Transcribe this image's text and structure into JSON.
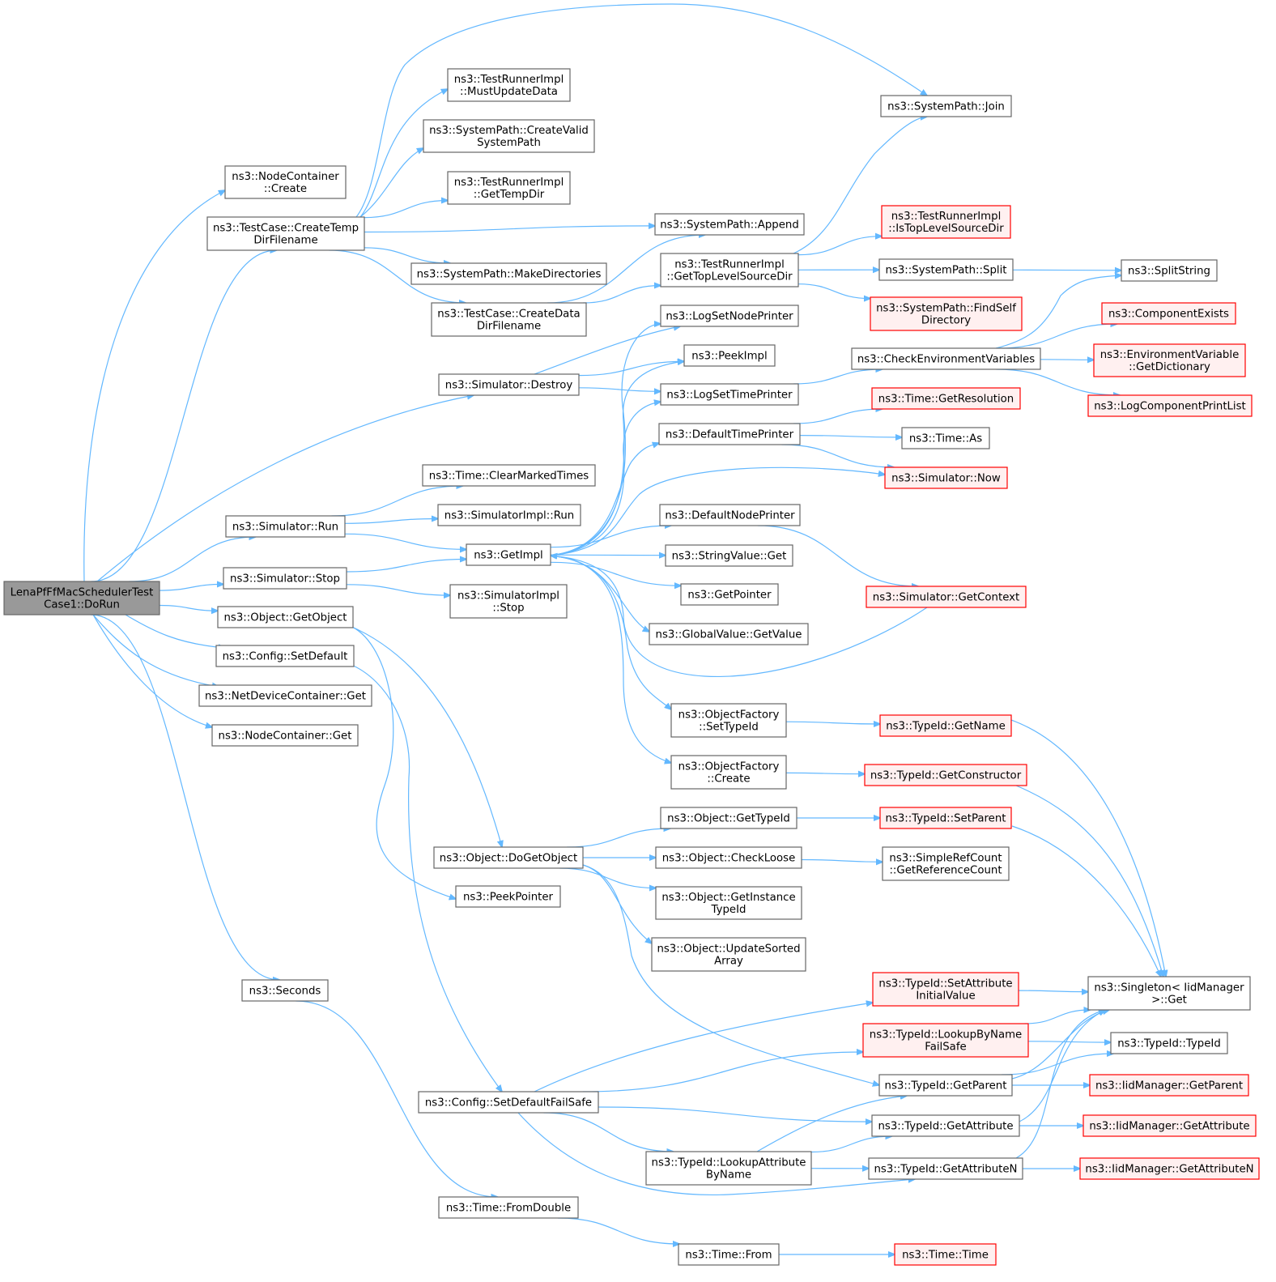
{
  "diagram": {
    "type": "call-graph",
    "colors": {
      "edge": "#63b8ff",
      "node_border": "#666666",
      "node_fill": "#ffffff",
      "root_fill": "#999999",
      "external_border": "#ff0000",
      "external_fill": "#fff0f0"
    },
    "nodes": [
      {
        "id": "root",
        "lines": [
          "LenaPfFfMacSchedulerTest",
          "Case1::DoRun"
        ],
        "style": "root"
      },
      {
        "id": "nc_create",
        "lines": [
          "ns3::NodeContainer",
          "::Create"
        ],
        "style": "normal"
      },
      {
        "id": "tc_createtemp",
        "lines": [
          "ns3::TestCase::CreateTemp",
          "DirFilename"
        ],
        "style": "normal"
      },
      {
        "id": "tri_mustupdate",
        "lines": [
          "ns3::TestRunnerImpl",
          "::MustUpdateData"
        ],
        "style": "normal"
      },
      {
        "id": "sp_createvalid",
        "lines": [
          "ns3::SystemPath::CreateValid",
          "SystemPath"
        ],
        "style": "normal"
      },
      {
        "id": "tri_gettemp",
        "lines": [
          "ns3::TestRunnerImpl",
          "::GetTempDir"
        ],
        "style": "normal"
      },
      {
        "id": "sp_append",
        "lines": [
          "ns3::SystemPath::Append"
        ],
        "style": "normal"
      },
      {
        "id": "sp_makedirs",
        "lines": [
          "ns3::SystemPath::MakeDirectories"
        ],
        "style": "normal"
      },
      {
        "id": "tc_createdata",
        "lines": [
          "ns3::TestCase::CreateData",
          "DirFilename"
        ],
        "style": "normal"
      },
      {
        "id": "tri_gettop",
        "lines": [
          "ns3::TestRunnerImpl",
          "::GetTopLevelSourceDir"
        ],
        "style": "normal"
      },
      {
        "id": "sp_join",
        "lines": [
          "ns3::SystemPath::Join"
        ],
        "style": "normal"
      },
      {
        "id": "tri_istop",
        "lines": [
          "ns3::TestRunnerImpl",
          "::IsTopLevelSourceDir"
        ],
        "style": "external"
      },
      {
        "id": "sp_split",
        "lines": [
          "ns3::SystemPath::Split"
        ],
        "style": "normal"
      },
      {
        "id": "sp_findself",
        "lines": [
          "ns3::SystemPath::FindSelf",
          "Directory"
        ],
        "style": "external"
      },
      {
        "id": "splitstring",
        "lines": [
          "ns3::SplitString"
        ],
        "style": "normal"
      },
      {
        "id": "compexists",
        "lines": [
          "ns3::ComponentExists"
        ],
        "style": "external"
      },
      {
        "id": "envvar_getdict",
        "lines": [
          "ns3::EnvironmentVariable",
          "::GetDictionary"
        ],
        "style": "external"
      },
      {
        "id": "logcompprint",
        "lines": [
          "ns3::LogComponentPrintList"
        ],
        "style": "external"
      },
      {
        "id": "checkenv",
        "lines": [
          "ns3::CheckEnvironmentVariables"
        ],
        "style": "normal"
      },
      {
        "id": "sim_destroy",
        "lines": [
          "ns3::Simulator::Destroy"
        ],
        "style": "normal"
      },
      {
        "id": "logsetnodeprinter",
        "lines": [
          "ns3::LogSetNodePrinter"
        ],
        "style": "normal"
      },
      {
        "id": "peekimpl",
        "lines": [
          "ns3::PeekImpl"
        ],
        "style": "normal"
      },
      {
        "id": "logsettimeprinter",
        "lines": [
          "ns3::LogSetTimePrinter"
        ],
        "style": "normal"
      },
      {
        "id": "defaulttimeprinter",
        "lines": [
          "ns3::DefaultTimePrinter"
        ],
        "style": "normal"
      },
      {
        "id": "time_getres",
        "lines": [
          "ns3::Time::GetResolution"
        ],
        "style": "external"
      },
      {
        "id": "time_as",
        "lines": [
          "ns3::Time::As"
        ],
        "style": "normal"
      },
      {
        "id": "sim_now",
        "lines": [
          "ns3::Simulator::Now"
        ],
        "style": "external"
      },
      {
        "id": "time_clearmarked",
        "lines": [
          "ns3::Time::ClearMarkedTimes"
        ],
        "style": "normal"
      },
      {
        "id": "sim_run",
        "lines": [
          "ns3::Simulator::Run"
        ],
        "style": "normal"
      },
      {
        "id": "simimpl_run",
        "lines": [
          "ns3::SimulatorImpl::Run"
        ],
        "style": "normal"
      },
      {
        "id": "getimpl",
        "lines": [
          "ns3::GetImpl"
        ],
        "style": "normal"
      },
      {
        "id": "defaultnodeprinter",
        "lines": [
          "ns3::DefaultNodePrinter"
        ],
        "style": "normal"
      },
      {
        "id": "stringvalue_get",
        "lines": [
          "ns3::StringValue::Get"
        ],
        "style": "normal"
      },
      {
        "id": "getpointer",
        "lines": [
          "ns3::GetPointer"
        ],
        "style": "normal"
      },
      {
        "id": "globalvalue_get",
        "lines": [
          "ns3::GlobalValue::GetValue"
        ],
        "style": "normal"
      },
      {
        "id": "sim_getcontext",
        "lines": [
          "ns3::Simulator::GetContext"
        ],
        "style": "external"
      },
      {
        "id": "sim_stop",
        "lines": [
          "ns3::Simulator::Stop"
        ],
        "style": "normal"
      },
      {
        "id": "simimpl_stop",
        "lines": [
          "ns3::SimulatorImpl",
          "::Stop"
        ],
        "style": "normal"
      },
      {
        "id": "obj_getobject",
        "lines": [
          "ns3::Object::GetObject"
        ],
        "style": "normal"
      },
      {
        "id": "config_setdefault",
        "lines": [
          "ns3::Config::SetDefault"
        ],
        "style": "normal"
      },
      {
        "id": "ndc_get",
        "lines": [
          "ns3::NetDeviceContainer::Get"
        ],
        "style": "normal"
      },
      {
        "id": "nc_get",
        "lines": [
          "ns3::NodeContainer::Get"
        ],
        "style": "normal"
      },
      {
        "id": "of_settypeid",
        "lines": [
          "ns3::ObjectFactory",
          "::SetTypeId"
        ],
        "style": "normal"
      },
      {
        "id": "typeid_getname",
        "lines": [
          "ns3::TypeId::GetName"
        ],
        "style": "external"
      },
      {
        "id": "of_create",
        "lines": [
          "ns3::ObjectFactory",
          "::Create"
        ],
        "style": "normal"
      },
      {
        "id": "typeid_getctor",
        "lines": [
          "ns3::TypeId::GetConstructor"
        ],
        "style": "external"
      },
      {
        "id": "obj_gettypeid",
        "lines": [
          "ns3::Object::GetTypeId"
        ],
        "style": "normal"
      },
      {
        "id": "typeid_setparent",
        "lines": [
          "ns3::TypeId::SetParent"
        ],
        "style": "external"
      },
      {
        "id": "obj_dogetobject",
        "lines": [
          "ns3::Object::DoGetObject"
        ],
        "style": "normal"
      },
      {
        "id": "obj_checkloose",
        "lines": [
          "ns3::Object::CheckLoose"
        ],
        "style": "normal"
      },
      {
        "id": "srcount_getref",
        "lines": [
          "ns3::SimpleRefCount",
          "::GetReferenceCount"
        ],
        "style": "normal"
      },
      {
        "id": "peekpointer",
        "lines": [
          "ns3::PeekPointer"
        ],
        "style": "normal"
      },
      {
        "id": "obj_getinstance",
        "lines": [
          "ns3::Object::GetInstance",
          "TypeId"
        ],
        "style": "normal"
      },
      {
        "id": "obj_updatesorted",
        "lines": [
          "ns3::Object::UpdateSorted",
          "Array"
        ],
        "style": "normal"
      },
      {
        "id": "seconds",
        "lines": [
          "ns3::Seconds"
        ],
        "style": "normal"
      },
      {
        "id": "typeid_setattrinit",
        "lines": [
          "ns3::TypeId::SetAttribute",
          "InitialValue"
        ],
        "style": "external"
      },
      {
        "id": "singleton_get",
        "lines": [
          "ns3::Singleton< IidManager",
          ">::Get"
        ],
        "style": "normal"
      },
      {
        "id": "typeid_lookupfailsafe",
        "lines": [
          "ns3::TypeId::LookupByName",
          "FailSafe"
        ],
        "style": "external"
      },
      {
        "id": "typeid_typeid",
        "lines": [
          "ns3::TypeId::TypeId"
        ],
        "style": "normal"
      },
      {
        "id": "typeid_getparent",
        "lines": [
          "ns3::TypeId::GetParent"
        ],
        "style": "normal"
      },
      {
        "id": "iid_getparent",
        "lines": [
          "ns3::IidManager::GetParent"
        ],
        "style": "external"
      },
      {
        "id": "config_setdefaultfs",
        "lines": [
          "ns3::Config::SetDefaultFailSafe"
        ],
        "style": "normal"
      },
      {
        "id": "typeid_getattr",
        "lines": [
          "ns3::TypeId::GetAttribute"
        ],
        "style": "normal"
      },
      {
        "id": "iid_getattr",
        "lines": [
          "ns3::IidManager::GetAttribute"
        ],
        "style": "external"
      },
      {
        "id": "typeid_lookupattr",
        "lines": [
          "ns3::TypeId::LookupAttribute",
          "ByName"
        ],
        "style": "normal"
      },
      {
        "id": "typeid_getattrn",
        "lines": [
          "ns3::TypeId::GetAttributeN"
        ],
        "style": "normal"
      },
      {
        "id": "iid_getattrn",
        "lines": [
          "ns3::IidManager::GetAttributeN"
        ],
        "style": "external"
      },
      {
        "id": "time_fromdouble",
        "lines": [
          "ns3::Time::FromDouble"
        ],
        "style": "normal"
      },
      {
        "id": "time_from",
        "lines": [
          "ns3::Time::From"
        ],
        "style": "normal"
      },
      {
        "id": "time_time",
        "lines": [
          "ns3::Time::Time"
        ],
        "style": "external"
      }
    ],
    "edges": [
      [
        "root",
        "nc_create"
      ],
      [
        "root",
        "tc_createtemp"
      ],
      [
        "root",
        "sim_destroy"
      ],
      [
        "root",
        "sim_run"
      ],
      [
        "root",
        "sim_stop"
      ],
      [
        "root",
        "obj_getobject"
      ],
      [
        "root",
        "config_setdefault"
      ],
      [
        "root",
        "ndc_get"
      ],
      [
        "root",
        "nc_get"
      ],
      [
        "root",
        "seconds"
      ],
      [
        "tc_createtemp",
        "sp_join"
      ],
      [
        "tc_createtemp",
        "tri_mustupdate"
      ],
      [
        "tc_createtemp",
        "sp_createvalid"
      ],
      [
        "tc_createtemp",
        "tri_gettemp"
      ],
      [
        "tc_createtemp",
        "sp_append"
      ],
      [
        "tc_createtemp",
        "sp_makedirs"
      ],
      [
        "tc_createtemp",
        "tc_createdata"
      ],
      [
        "tc_createdata",
        "sp_append"
      ],
      [
        "tc_createdata",
        "tri_gettop"
      ],
      [
        "tri_gettop",
        "sp_join"
      ],
      [
        "tri_gettop",
        "tri_istop"
      ],
      [
        "tri_gettop",
        "sp_split"
      ],
      [
        "tri_gettop",
        "sp_findself"
      ],
      [
        "sp_split",
        "splitstring"
      ],
      [
        "sim_destroy",
        "logsetnodeprinter"
      ],
      [
        "sim_destroy",
        "peekimpl"
      ],
      [
        "sim_destroy",
        "logsettimeprinter"
      ],
      [
        "logsettimeprinter",
        "checkenv"
      ],
      [
        "checkenv",
        "splitstring"
      ],
      [
        "checkenv",
        "compexists"
      ],
      [
        "checkenv",
        "envvar_getdict"
      ],
      [
        "checkenv",
        "logcompprint"
      ],
      [
        "defaulttimeprinter",
        "time_getres"
      ],
      [
        "defaulttimeprinter",
        "time_as"
      ],
      [
        "defaulttimeprinter",
        "sim_now"
      ],
      [
        "sim_run",
        "time_clearmarked"
      ],
      [
        "sim_run",
        "simimpl_run"
      ],
      [
        "sim_run",
        "getimpl"
      ],
      [
        "sim_stop",
        "getimpl"
      ],
      [
        "sim_stop",
        "simimpl_stop"
      ],
      [
        "getimpl",
        "logsetnodeprinter"
      ],
      [
        "getimpl",
        "peekimpl"
      ],
      [
        "getimpl",
        "logsettimeprinter"
      ],
      [
        "getimpl",
        "defaulttimeprinter"
      ],
      [
        "getimpl",
        "sim_now"
      ],
      [
        "getimpl",
        "defaultnodeprinter"
      ],
      [
        "getimpl",
        "stringvalue_get"
      ],
      [
        "getimpl",
        "getpointer"
      ],
      [
        "getimpl",
        "globalvalue_get"
      ],
      [
        "getimpl",
        "of_settypeid"
      ],
      [
        "getimpl",
        "of_create"
      ],
      [
        "sim_getcontext",
        "getimpl"
      ],
      [
        "defaultnodeprinter",
        "sim_getcontext"
      ],
      [
        "of_settypeid",
        "typeid_getname"
      ],
      [
        "of_create",
        "typeid_getctor"
      ],
      [
        "obj_getobject",
        "obj_dogetobject"
      ],
      [
        "obj_getobject",
        "peekpointer"
      ],
      [
        "config_setdefault",
        "config_setdefaultfs"
      ],
      [
        "obj_dogetobject",
        "obj_gettypeid"
      ],
      [
        "obj_dogetobject",
        "obj_checkloose"
      ],
      [
        "obj_dogetobject",
        "obj_getinstance"
      ],
      [
        "obj_dogetobject",
        "obj_updatesorted"
      ],
      [
        "obj_dogetobject",
        "typeid_getparent"
      ],
      [
        "obj_gettypeid",
        "typeid_setparent"
      ],
      [
        "obj_checkloose",
        "srcount_getref"
      ],
      [
        "typeid_getname",
        "singleton_get"
      ],
      [
        "typeid_getctor",
        "singleton_get"
      ],
      [
        "typeid_setparent",
        "singleton_get"
      ],
      [
        "typeid_setattrinit",
        "singleton_get"
      ],
      [
        "typeid_lookupfailsafe",
        "singleton_get"
      ],
      [
        "typeid_lookupfailsafe",
        "typeid_typeid"
      ],
      [
        "typeid_getparent",
        "singleton_get"
      ],
      [
        "typeid_getparent",
        "typeid_typeid"
      ],
      [
        "typeid_getparent",
        "iid_getparent"
      ],
      [
        "typeid_getattr",
        "singleton_get"
      ],
      [
        "typeid_getattr",
        "iid_getattr"
      ],
      [
        "typeid_getattrn",
        "singleton_get"
      ],
      [
        "typeid_getattrn",
        "iid_getattrn"
      ],
      [
        "config_setdefaultfs",
        "typeid_setattrinit"
      ],
      [
        "config_setdefaultfs",
        "typeid_lookupfailsafe"
      ],
      [
        "config_setdefaultfs",
        "typeid_getattr"
      ],
      [
        "config_setdefaultfs",
        "typeid_lookupattr"
      ],
      [
        "config_setdefaultfs",
        "typeid_getattrn"
      ],
      [
        "typeid_lookupattr",
        "typeid_getparent"
      ],
      [
        "typeid_lookupattr",
        "typeid_getattr"
      ],
      [
        "typeid_lookupattr",
        "typeid_getattrn"
      ],
      [
        "seconds",
        "time_fromdouble"
      ],
      [
        "time_fromdouble",
        "time_from"
      ],
      [
        "time_from",
        "time_time"
      ]
    ]
  }
}
